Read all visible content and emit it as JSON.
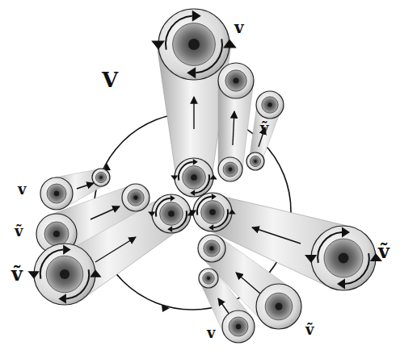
{
  "diagram": {
    "labels": [
      "V",
      "v",
      "ṽ",
      "v",
      "ṽ",
      "ṽ",
      "ṽ",
      "ṽ",
      "v"
    ]
  }
}
